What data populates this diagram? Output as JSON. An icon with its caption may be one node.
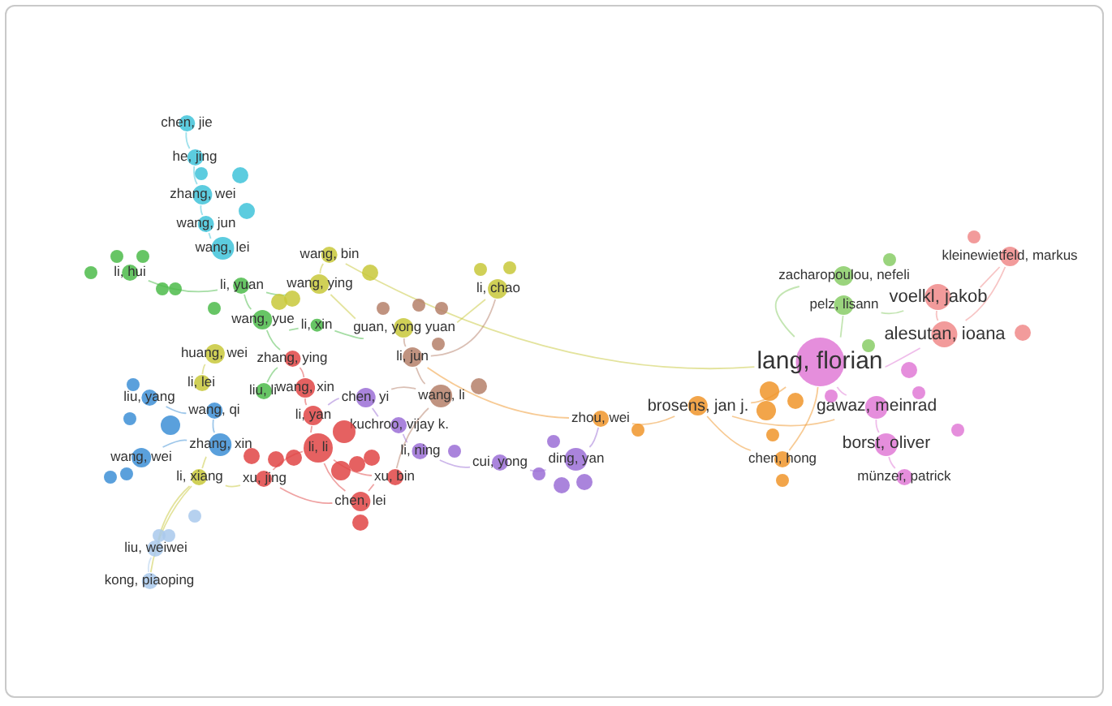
{
  "diagram": {
    "nodes": [
      {
        "text": [
          "chen, jie"
        ]
      },
      {
        "text": [
          "he, jing"
        ]
      },
      {
        "text": [
          "zhang, wei"
        ]
      },
      {
        "text": [
          "wang, jun"
        ]
      },
      {
        "text": [
          "wang, lei"
        ]
      },
      {
        "text": [
          "li, hui"
        ]
      },
      {
        "text": [
          "li, yuan"
        ]
      },
      {
        "text": [
          "wang, yue"
        ]
      },
      {
        "text": [
          "li, xin"
        ]
      },
      {
        "text": [
          "zhang, ying"
        ]
      },
      {
        "text": [
          "liu, li"
        ]
      },
      {
        "text": [
          "wang, bin"
        ]
      },
      {
        "text": [
          "wang, ying"
        ]
      },
      {
        "text": [
          "guan, yong yuan"
        ]
      },
      {
        "text": [
          "li, chao"
        ]
      },
      {
        "text": [
          "huang, wei"
        ]
      },
      {
        "text": [
          "li, lei"
        ]
      },
      {
        "text": [
          "li, xiang"
        ]
      },
      {
        "text": [
          "li, jun"
        ]
      },
      {
        "text": [
          "wang, li"
        ]
      },
      {
        "text": [
          "chen, yi"
        ]
      },
      {
        "text": [
          "kuchroo, vijay k."
        ]
      },
      {
        "text": [
          "li, ning"
        ]
      },
      {
        "text": [
          "cui, yong"
        ]
      },
      {
        "text": [
          "ding, yan"
        ]
      },
      {
        "text": [
          "liu, yang"
        ]
      },
      {
        "text": [
          "wang, qi"
        ]
      },
      {
        "text": [
          "zhang, xin"
        ]
      },
      {
        "text": [
          "wang, wei"
        ]
      },
      {
        "text": [
          "wang, xin"
        ]
      },
      {
        "text": [
          "li, yan"
        ]
      },
      {
        "text": [
          "li, li"
        ]
      },
      {
        "text": [
          "xu, jing"
        ]
      },
      {
        "text": [
          "xu, bin"
        ]
      },
      {
        "text": [
          "chen, lei"
        ]
      },
      {
        "text": [
          "liu, weiwei"
        ]
      },
      {
        "text": [
          "kong, piaoping"
        ]
      },
      {
        "text": [
          "zhou, wei"
        ]
      },
      {
        "text": [
          "brosens, jan j."
        ]
      },
      {
        "text": [
          "chen, hong"
        ]
      },
      {
        "text": [
          "lang, florian"
        ]
      },
      {
        "text": [
          "gawaz, meinrad"
        ]
      },
      {
        "text": [
          "borst, oliver"
        ]
      },
      {
        "text": [
          "münzer, patrick"
        ]
      },
      {
        "text": [
          "zacharopoulou, nefeli"
        ]
      },
      {
        "text": [
          "pelz, lisann"
        ]
      },
      {
        "text": [
          "kleinewietfeld, markus"
        ]
      },
      {
        "text": [
          "voelkl, jakob"
        ]
      },
      {
        "text": [
          "alesutan, ioana"
        ]
      },
      {
        "text": [],
        "shape": "circle"
      },
      {
        "text": [],
        "shape": "circle"
      },
      {
        "text": [],
        "shape": "circle"
      },
      {
        "text": [],
        "shape": "circle"
      },
      {
        "text": [],
        "shape": "circle"
      },
      {
        "text": [],
        "shape": "circle"
      },
      {
        "text": [],
        "shape": "circle"
      },
      {
        "text": [],
        "shape": "circle"
      },
      {
        "text": [],
        "shape": "circle"
      },
      {
        "text": [],
        "shape": "circle"
      },
      {
        "text": [],
        "shape": "circle"
      },
      {
        "text": [],
        "shape": "circle"
      },
      {
        "text": [],
        "shape": "circle"
      },
      {
        "text": [],
        "shape": "circle"
      },
      {
        "text": [],
        "shape": "circle"
      },
      {
        "text": [],
        "shape": "circle"
      },
      {
        "text": [],
        "shape": "circle"
      },
      {
        "text": [],
        "shape": "circle"
      },
      {
        "text": [],
        "shape": "circle"
      },
      {
        "text": [],
        "shape": "circle"
      },
      {
        "text": [],
        "shape": "circle"
      },
      {
        "text": [],
        "shape": "circle"
      },
      {
        "text": [],
        "shape": "circle"
      },
      {
        "text": [],
        "shape": "circle"
      },
      {
        "text": [],
        "shape": "circle"
      },
      {
        "text": [],
        "shape": "circle"
      },
      {
        "text": [],
        "shape": "circle"
      },
      {
        "text": [],
        "shape": "circle"
      },
      {
        "text": [],
        "shape": "circle"
      },
      {
        "text": [],
        "shape": "circle"
      },
      {
        "text": [],
        "shape": "circle"
      },
      {
        "text": [],
        "shape": "circle"
      },
      {
        "text": [],
        "shape": "circle"
      },
      {
        "text": [],
        "shape": "circle"
      },
      {
        "text": [],
        "shape": "circle"
      },
      {
        "text": [],
        "shape": "circle"
      },
      {
        "text": [],
        "shape": "circle"
      },
      {
        "text": [],
        "shape": "circle"
      },
      {
        "text": [],
        "shape": "circle"
      },
      {
        "text": [],
        "shape": "circle"
      },
      {
        "text": [],
        "shape": "circle"
      },
      {
        "text": [],
        "shape": "circle"
      },
      {
        "text": [],
        "shape": "circle"
      },
      {
        "text": [],
        "shape": "circle"
      },
      {
        "text": [],
        "shape": "circle"
      },
      {
        "text": [],
        "shape": "circle"
      },
      {
        "text": [],
        "shape": "circle"
      },
      {
        "text": [],
        "shape": "circle"
      },
      {
        "text": [],
        "shape": "circle"
      },
      {
        "text": [],
        "shape": "circle"
      },
      {
        "text": [],
        "shape": "circle"
      },
      {
        "text": [],
        "shape": "circle"
      },
      {
        "text": [],
        "shape": "circle"
      },
      {
        "text": [],
        "shape": "circle"
      }
    ],
    "edges": [
      {
        "from": 0,
        "to": 1,
        "arrow": "none",
        "color": "#3fc3d9"
      },
      {
        "from": 1,
        "to": 2,
        "arrow": "none",
        "color": "#3fc3d9"
      },
      {
        "from": 2,
        "to": 3,
        "arrow": "none",
        "color": "#3fc3d9"
      },
      {
        "from": 3,
        "to": 4,
        "arrow": "none",
        "color": "#3fc3d9"
      },
      {
        "from": 5,
        "to": 6,
        "arrow": "none",
        "color": "#4cbb4a"
      },
      {
        "from": 6,
        "to": 7,
        "arrow": "none",
        "color": "#4cbb4a"
      },
      {
        "from": 7,
        "to": 8,
        "arrow": "none",
        "color": "#4cbb4a"
      },
      {
        "from": 8,
        "to": 13,
        "arrow": "none",
        "color": "#4cbb4a"
      },
      {
        "from": 7,
        "to": 9,
        "arrow": "none",
        "color": "#4cbb4a"
      },
      {
        "from": 9,
        "to": 10,
        "arrow": "none",
        "color": "#4cbb4a"
      },
      {
        "from": 6,
        "to": 12,
        "arrow": "none",
        "color": "#4cbb4a"
      },
      {
        "from": 11,
        "to": 12,
        "arrow": "none",
        "color": "#c8c83a"
      },
      {
        "from": 12,
        "to": 13,
        "arrow": "none",
        "color": "#c8c83a"
      },
      {
        "from": 13,
        "to": 14,
        "arrow": "none",
        "color": "#c8c83a"
      },
      {
        "from": 15,
        "to": 16,
        "arrow": "none",
        "color": "#c8c83a"
      },
      {
        "from": 11,
        "to": 40,
        "arrow": "none",
        "color": "#c8c83a"
      },
      {
        "from": 13,
        "to": 18,
        "arrow": "none",
        "color": "#b5806a"
      },
      {
        "from": 18,
        "to": 19,
        "arrow": "none",
        "color": "#b5806a"
      },
      {
        "from": 14,
        "to": 18,
        "arrow": "none",
        "color": "#b5806a"
      },
      {
        "from": 19,
        "to": 20,
        "arrow": "none",
        "color": "#b5806a"
      },
      {
        "from": 19,
        "to": 33,
        "arrow": "none",
        "color": "#b5806a"
      },
      {
        "from": 18,
        "to": 37,
        "arrow": "none",
        "color": "#f0952a"
      },
      {
        "from": 20,
        "to": 21,
        "arrow": "none",
        "color": "#9b6fd6"
      },
      {
        "from": 21,
        "to": 22,
        "arrow": "none",
        "color": "#9b6fd6"
      },
      {
        "from": 22,
        "to": 23,
        "arrow": "none",
        "color": "#9b6fd6"
      },
      {
        "from": 23,
        "to": 24,
        "arrow": "none",
        "color": "#9b6fd6"
      },
      {
        "from": 24,
        "to": 37,
        "arrow": "none",
        "color": "#9b6fd6"
      },
      {
        "from": 20,
        "to": 30,
        "arrow": "none",
        "color": "#9b6fd6"
      },
      {
        "from": 25,
        "to": 26,
        "arrow": "none",
        "color": "#3d8fd6"
      },
      {
        "from": 26,
        "to": 27,
        "arrow": "none",
        "color": "#3d8fd6"
      },
      {
        "from": 27,
        "to": 28,
        "arrow": "none",
        "color": "#3d8fd6"
      },
      {
        "from": 27,
        "to": 17,
        "arrow": "none",
        "color": "#c8c83a"
      },
      {
        "from": 29,
        "to": 30,
        "arrow": "none",
        "color": "#e04545"
      },
      {
        "from": 30,
        "to": 31,
        "arrow": "none",
        "color": "#e04545"
      },
      {
        "from": 31,
        "to": 32,
        "arrow": "none",
        "color": "#e04545"
      },
      {
        "from": 31,
        "to": 33,
        "arrow": "none",
        "color": "#e04545"
      },
      {
        "from": 31,
        "to": 34,
        "arrow": "none",
        "color": "#e04545"
      },
      {
        "from": 32,
        "to": 34,
        "arrow": "none",
        "color": "#e04545"
      },
      {
        "from": 33,
        "to": 34,
        "arrow": "none",
        "color": "#e04545"
      },
      {
        "from": 29,
        "to": 9,
        "arrow": "none",
        "color": "#e04545"
      },
      {
        "from": 17,
        "to": 35,
        "arrow": "none",
        "color": "#c8c83a"
      },
      {
        "from": 17,
        "to": 36,
        "arrow": "none",
        "color": "#c8c83a"
      },
      {
        "from": 35,
        "to": 36,
        "arrow": "none",
        "color": "#a9c9ec"
      },
      {
        "from": 17,
        "to": 32,
        "arrow": "none",
        "color": "#c8c83a"
      },
      {
        "from": 37,
        "to": 38,
        "arrow": "none",
        "color": "#f0952a"
      },
      {
        "from": 38,
        "to": 40,
        "arrow": "none",
        "color": "#f0952a"
      },
      {
        "from": 38,
        "to": 39,
        "arrow": "none",
        "color": "#f0952a"
      },
      {
        "from": 39,
        "to": 40,
        "arrow": "none",
        "color": "#f0952a"
      },
      {
        "from": 38,
        "to": 41,
        "arrow": "none",
        "color": "#f0952a"
      },
      {
        "from": 40,
        "to": 41,
        "arrow": "none",
        "color": "#e07ad6"
      },
      {
        "from": 41,
        "to": 42,
        "arrow": "none",
        "color": "#e07ad6"
      },
      {
        "from": 42,
        "to": 43,
        "arrow": "none",
        "color": "#e07ad6"
      },
      {
        "from": 40,
        "to": 48,
        "arrow": "none",
        "color": "#e07ad6"
      },
      {
        "from": 47,
        "to": 48,
        "arrow": "none",
        "color": "#f08a8a"
      },
      {
        "from": 47,
        "to": 46,
        "arrow": "none",
        "color": "#f08a8a"
      },
      {
        "from": 48,
        "to": 46,
        "arrow": "none",
        "color": "#f08a8a"
      },
      {
        "from": 40,
        "to": 44,
        "arrow": "none",
        "color": "#88cc66"
      },
      {
        "from": 40,
        "to": 45,
        "arrow": "none",
        "color": "#88cc66"
      },
      {
        "from": 45,
        "to": 47,
        "arrow": "none",
        "color": "#88cc66"
      }
    ]
  }
}
